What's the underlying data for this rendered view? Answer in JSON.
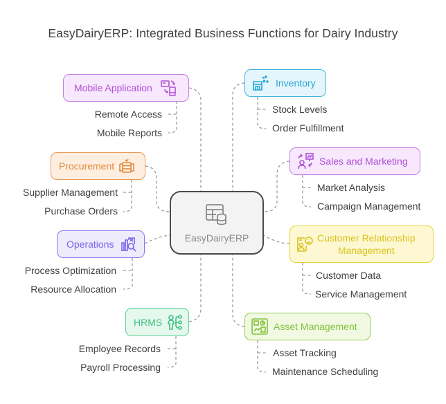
{
  "title": "EasyDairyERP: Integrated Business Functions for Dairy Industry",
  "center": {
    "label": "EasyDairyERP",
    "icon": "table-database-icon"
  },
  "nodes": {
    "mobile": {
      "label": "Mobile Application",
      "icon": "mobile-sync-icon",
      "color": "#b04fd6",
      "bg": "#f7e8fd",
      "subs": [
        "Remote Access",
        "Mobile Reports"
      ]
    },
    "procurement": {
      "label": "Procurement",
      "icon": "procurement-icon",
      "color": "#e2893a",
      "bg": "#fdeee0",
      "subs": [
        "Supplier Management",
        "Purchase Orders"
      ]
    },
    "operations": {
      "label": "Operations",
      "icon": "operations-analysis-icon",
      "color": "#7a62e8",
      "bg": "#eeebfd",
      "subs": [
        "Process Optimization",
        "Resource Allocation"
      ]
    },
    "hrms": {
      "label": "HRMS",
      "icon": "employee-network-icon",
      "color": "#3fbf7f",
      "bg": "#e5f8ee",
      "subs": [
        "Employee Records",
        "Payroll Processing"
      ]
    },
    "inventory": {
      "label": "Inventory",
      "icon": "warehouse-icon",
      "color": "#2aa6d6",
      "bg": "#e4f5fc",
      "subs": [
        "Stock Levels",
        "Order Fulfillment"
      ]
    },
    "sales": {
      "label": "Sales and Marketing",
      "icon": "sales-presentation-icon",
      "color": "#b04fd6",
      "bg": "#f7e8fd",
      "subs": [
        "Market Analysis",
        "Campaign Management"
      ]
    },
    "crm": {
      "label": "Customer Relationship Management",
      "label_line1": "Customer Relationship",
      "label_line2": "Management",
      "icon": "customer-satisfaction-icon",
      "color": "#d8c21a",
      "bg": "#fdf8d2",
      "subs": [
        "Customer Data",
        "Service Management"
      ]
    },
    "asset": {
      "label": "Asset Management",
      "icon": "asset-dashboard-icon",
      "color": "#7fc23a",
      "bg": "#f1f9e3",
      "subs": [
        "Asset Tracking",
        "Maintenance Scheduling"
      ]
    }
  }
}
